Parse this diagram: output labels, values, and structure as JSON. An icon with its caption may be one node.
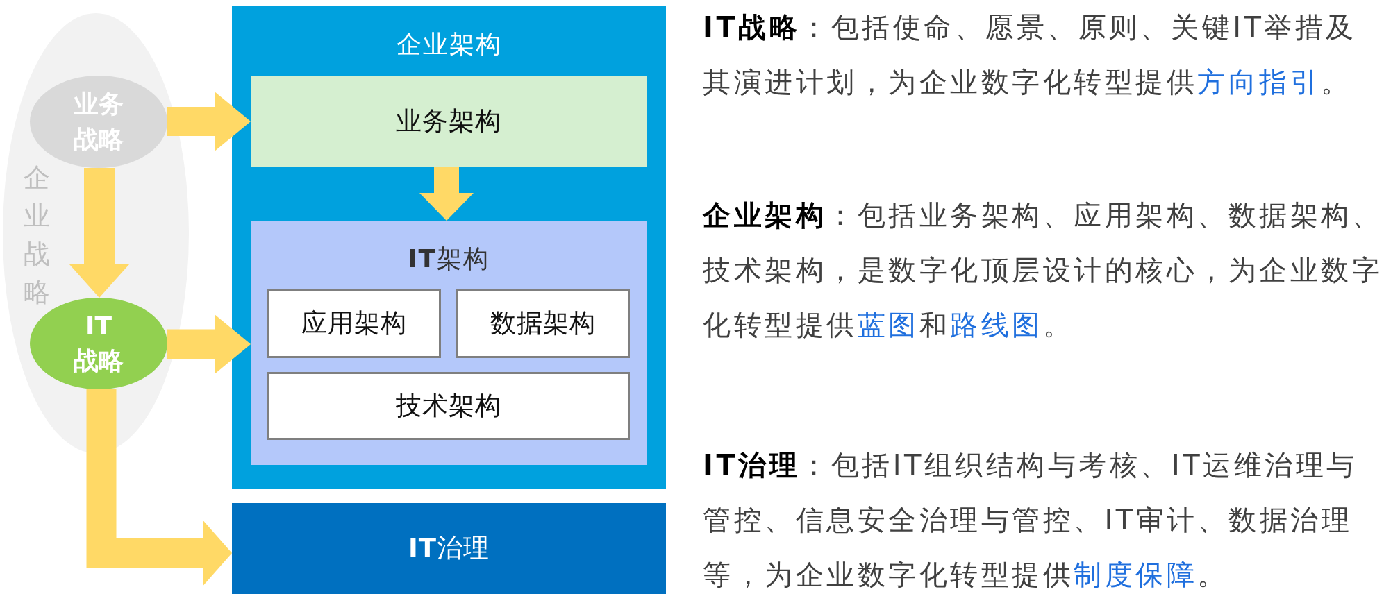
{
  "diagram": {
    "nodes": [
      {
        "text": [
          "企业战略"
        ]
      },
      {
        "text": [
          "业务战略"
        ],
        "in": 0
      },
      {
        "text": [
          "IT战略"
        ],
        "in": 0
      },
      {
        "text": [
          "企业架构"
        ]
      },
      {
        "text": [
          "业务架构"
        ],
        "in": 3
      },
      {
        "text": [
          "**IT**架构"
        ],
        "in": 3
      },
      {
        "text": [
          "应用架构"
        ],
        "in": 5
      },
      {
        "text": [
          "数据架构"
        ],
        "in": 5
      },
      {
        "text": [
          "技术架构"
        ],
        "in": 5
      },
      {
        "text": [
          "**IT**治理"
        ]
      }
    ],
    "edges": [
      {
        "from": 1,
        "to": 4,
        "arrow": "to"
      },
      {
        "from": 1,
        "to": 2,
        "arrow": "to"
      },
      {
        "from": 2,
        "to": 5,
        "arrow": "to"
      },
      {
        "from": 2,
        "to": 9,
        "arrow": "to"
      },
      {
        "from": 4,
        "to": 5,
        "arrow": "to"
      }
    ],
    "labels": [
      "**IT战略**：包括使命、愿景、原则、关键IT举措及其演进计划，为企业数字化转型提供方向指引。",
      "**企业架构**：包括业务架构、应用架构、数据架构、技术架构，是数字化顶层设计的核心，为企业数字化转型提供蓝图和路线图。",
      "**IT治理**：包括IT组织结构与考核、IT运维治理与管控、信息安全治理与管控、IT审计、数据治理等，为企业数字化转型提供制度保障。"
    ]
  }
}
